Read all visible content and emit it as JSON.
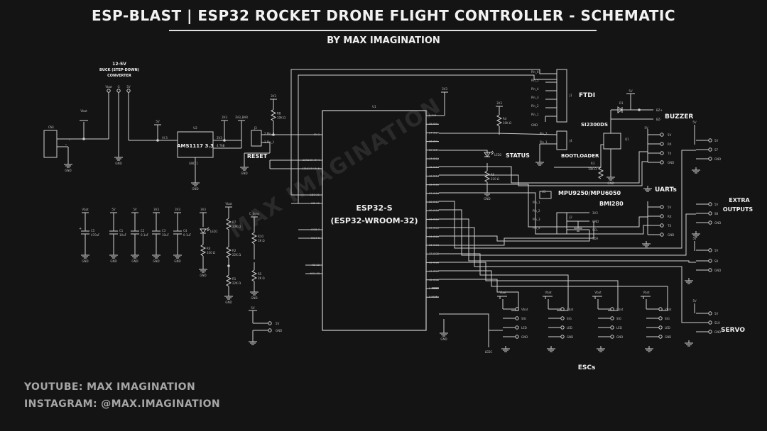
{
  "header": {
    "title": "ESP-BLAST | ESP32 ROCKET DRONE FLIGHT CONTROLLER - SCHEMATIC",
    "subtitle": "BY MAX IMAGINATION"
  },
  "footer": {
    "youtube": "YOUTUBE: MAX IMAGINATION",
    "instagram": "INSTAGRAM: @MAX.IMAGINATION"
  },
  "watermark": "MAX IMAGINATION",
  "colors": {
    "background": "#141414",
    "wire": "#cfcfcf",
    "label": "#f0f0f0",
    "small": "#bdbdbd"
  },
  "schematic": {
    "buck": {
      "title1": "12-5V",
      "title2": "BUCK (STEP-DOWN)",
      "title3": "CONVERTER",
      "pins": [
        "Vbat",
        "G",
        "5V"
      ]
    },
    "cn1": {
      "ref": "CN1",
      "net": "Vbat",
      "gnd": "GND"
    },
    "regulator": {
      "ref": "U2",
      "label": "AMS1117 3.3",
      "vin": "VI 3",
      "vout": "3V3",
      "tab": "4 TAB",
      "gnd": "GND 1",
      "net_in": "5V",
      "net_out": "3V3",
      "net_bar": "3V3_BAR"
    },
    "reset": {
      "ref": "J3",
      "label": "RESET",
      "pin2": "2 Pin_2",
      "pin1": "1 Pin_1",
      "r_ref": "R8",
      "r_val": "10K Ω",
      "net": "3V3"
    },
    "mcu": {
      "ref": "U1",
      "name1": "ESP32-S",
      "name2": "(ESP32-WROOM-32)",
      "left_pins": [
        "EN 3",
        "SENSOR VP 4",
        "SENSOR VN 5",
        "IO35 7",
        "IO34 6",
        "IO32 8",
        "IO33 9",
        "NC 32",
        "NC1 33",
        "SDO 21",
        "SDI 22"
      ],
      "right_pins": [
        "2 3V3",
        "25 IO0",
        "24 IO2",
        "26 IO4",
        "29 IO5",
        "14 IO12",
        "16 IO13",
        "13 IO14",
        "23 IO15",
        "27 IO16",
        "28 IO17",
        "30 IO18",
        "31 IO19",
        "33 IO21",
        "34 IO22",
        "36 IO23",
        "37 IO25",
        "10 IO26",
        "11 IO27",
        "12 IO32",
        "8 IO33",
        "9 IO35"
      ],
      "gnd": "GND",
      "net_3v3": "3V3"
    },
    "ftdi": {
      "label": "FTDI",
      "ref": "J1",
      "pins": [
        "Pin_6",
        "Pin_5",
        "Pin_4",
        "Pin_3",
        "Pin_2",
        "Pin_1"
      ],
      "gnd": "GND"
    },
    "bootloader": {
      "label": "BOOTLOADER",
      "ref": "J4",
      "pins": [
        "Pin_2",
        "Pin_1"
      ],
      "r_ref": "R4",
      "r_val": "10K Ω",
      "net": "3V3"
    },
    "status": {
      "label": "STATUS",
      "led": "LED2",
      "r_ref": "R6",
      "r_val": "220 Ω",
      "gnd": "GND"
    },
    "buzzer": {
      "label": "BUZZER",
      "pins": [
        "BZ+",
        "BZ-"
      ],
      "d_ref": "D1",
      "net": "5V"
    },
    "mosfet": {
      "label": "SI2300DS",
      "ref": "Q1",
      "r_ref": "R3",
      "r_val": "10K Ω"
    },
    "imu": {
      "label1": "MPU9250/MPU6050",
      "label2": "BMI280",
      "ref": "U3",
      "j_ref": "J2",
      "pins": [
        "Pin_1",
        "Pin_2",
        "Pin_3",
        "Pin_4"
      ],
      "nets": [
        "3V3",
        "GND",
        "SCL",
        "SDA"
      ]
    },
    "uarts": {
      "label": "UARTs",
      "rows": [
        [
          "5V",
          "RX",
          "TX",
          "GND"
        ],
        [
          "5V",
          "RX",
          "TX",
          "GND"
        ]
      ]
    },
    "extra": {
      "label1": "EXTRA",
      "label2": "OUTPUTS",
      "nets": [
        "5V",
        "S7",
        "GND",
        "5V",
        "S8",
        "GND"
      ]
    },
    "servo": {
      "label": "SERVO",
      "nets": [
        "5V",
        "S9",
        "GND",
        "5V",
        "S10",
        "GND"
      ]
    },
    "escs": {
      "label": "ESCs",
      "pins": [
        "Vbat",
        "SIG",
        "LED",
        "GND"
      ],
      "net": "Vbat",
      "ledc": "LEDC"
    },
    "caps": [
      {
        "ref": "C5",
        "val": "470uF",
        "net": "Vbat"
      },
      {
        "ref": "C1",
        "val": "10uF",
        "net": "5V"
      },
      {
        "ref": "C2",
        "val": "0.1uF",
        "net": "5V"
      },
      {
        "ref": "C3",
        "val": "10uF",
        "net": "3V3"
      },
      {
        "ref": "C4",
        "val": "0.1uF",
        "net": "3V3"
      }
    ],
    "led1": {
      "ref": "LED1",
      "r_ref": "R4",
      "r_val": "330 Ω",
      "net": "3V3"
    },
    "divider1": {
      "net": "Vbat",
      "r_top": "R7",
      "r_top_val": "33K Ω",
      "r_mid": "R2",
      "r_mid_val": "22K Ω",
      "r_bot": "R1",
      "r_bot_val": "22K Ω"
    },
    "divider2": {
      "net": "C_Sens",
      "r_top": "R10",
      "r_top_val": "1K Ω",
      "r_bot": "R5",
      "r_bot_val": "2K Ω"
    },
    "power_header": {
      "nets": [
        "5V",
        "5V",
        "GND"
      ]
    },
    "gnd": "GND"
  }
}
